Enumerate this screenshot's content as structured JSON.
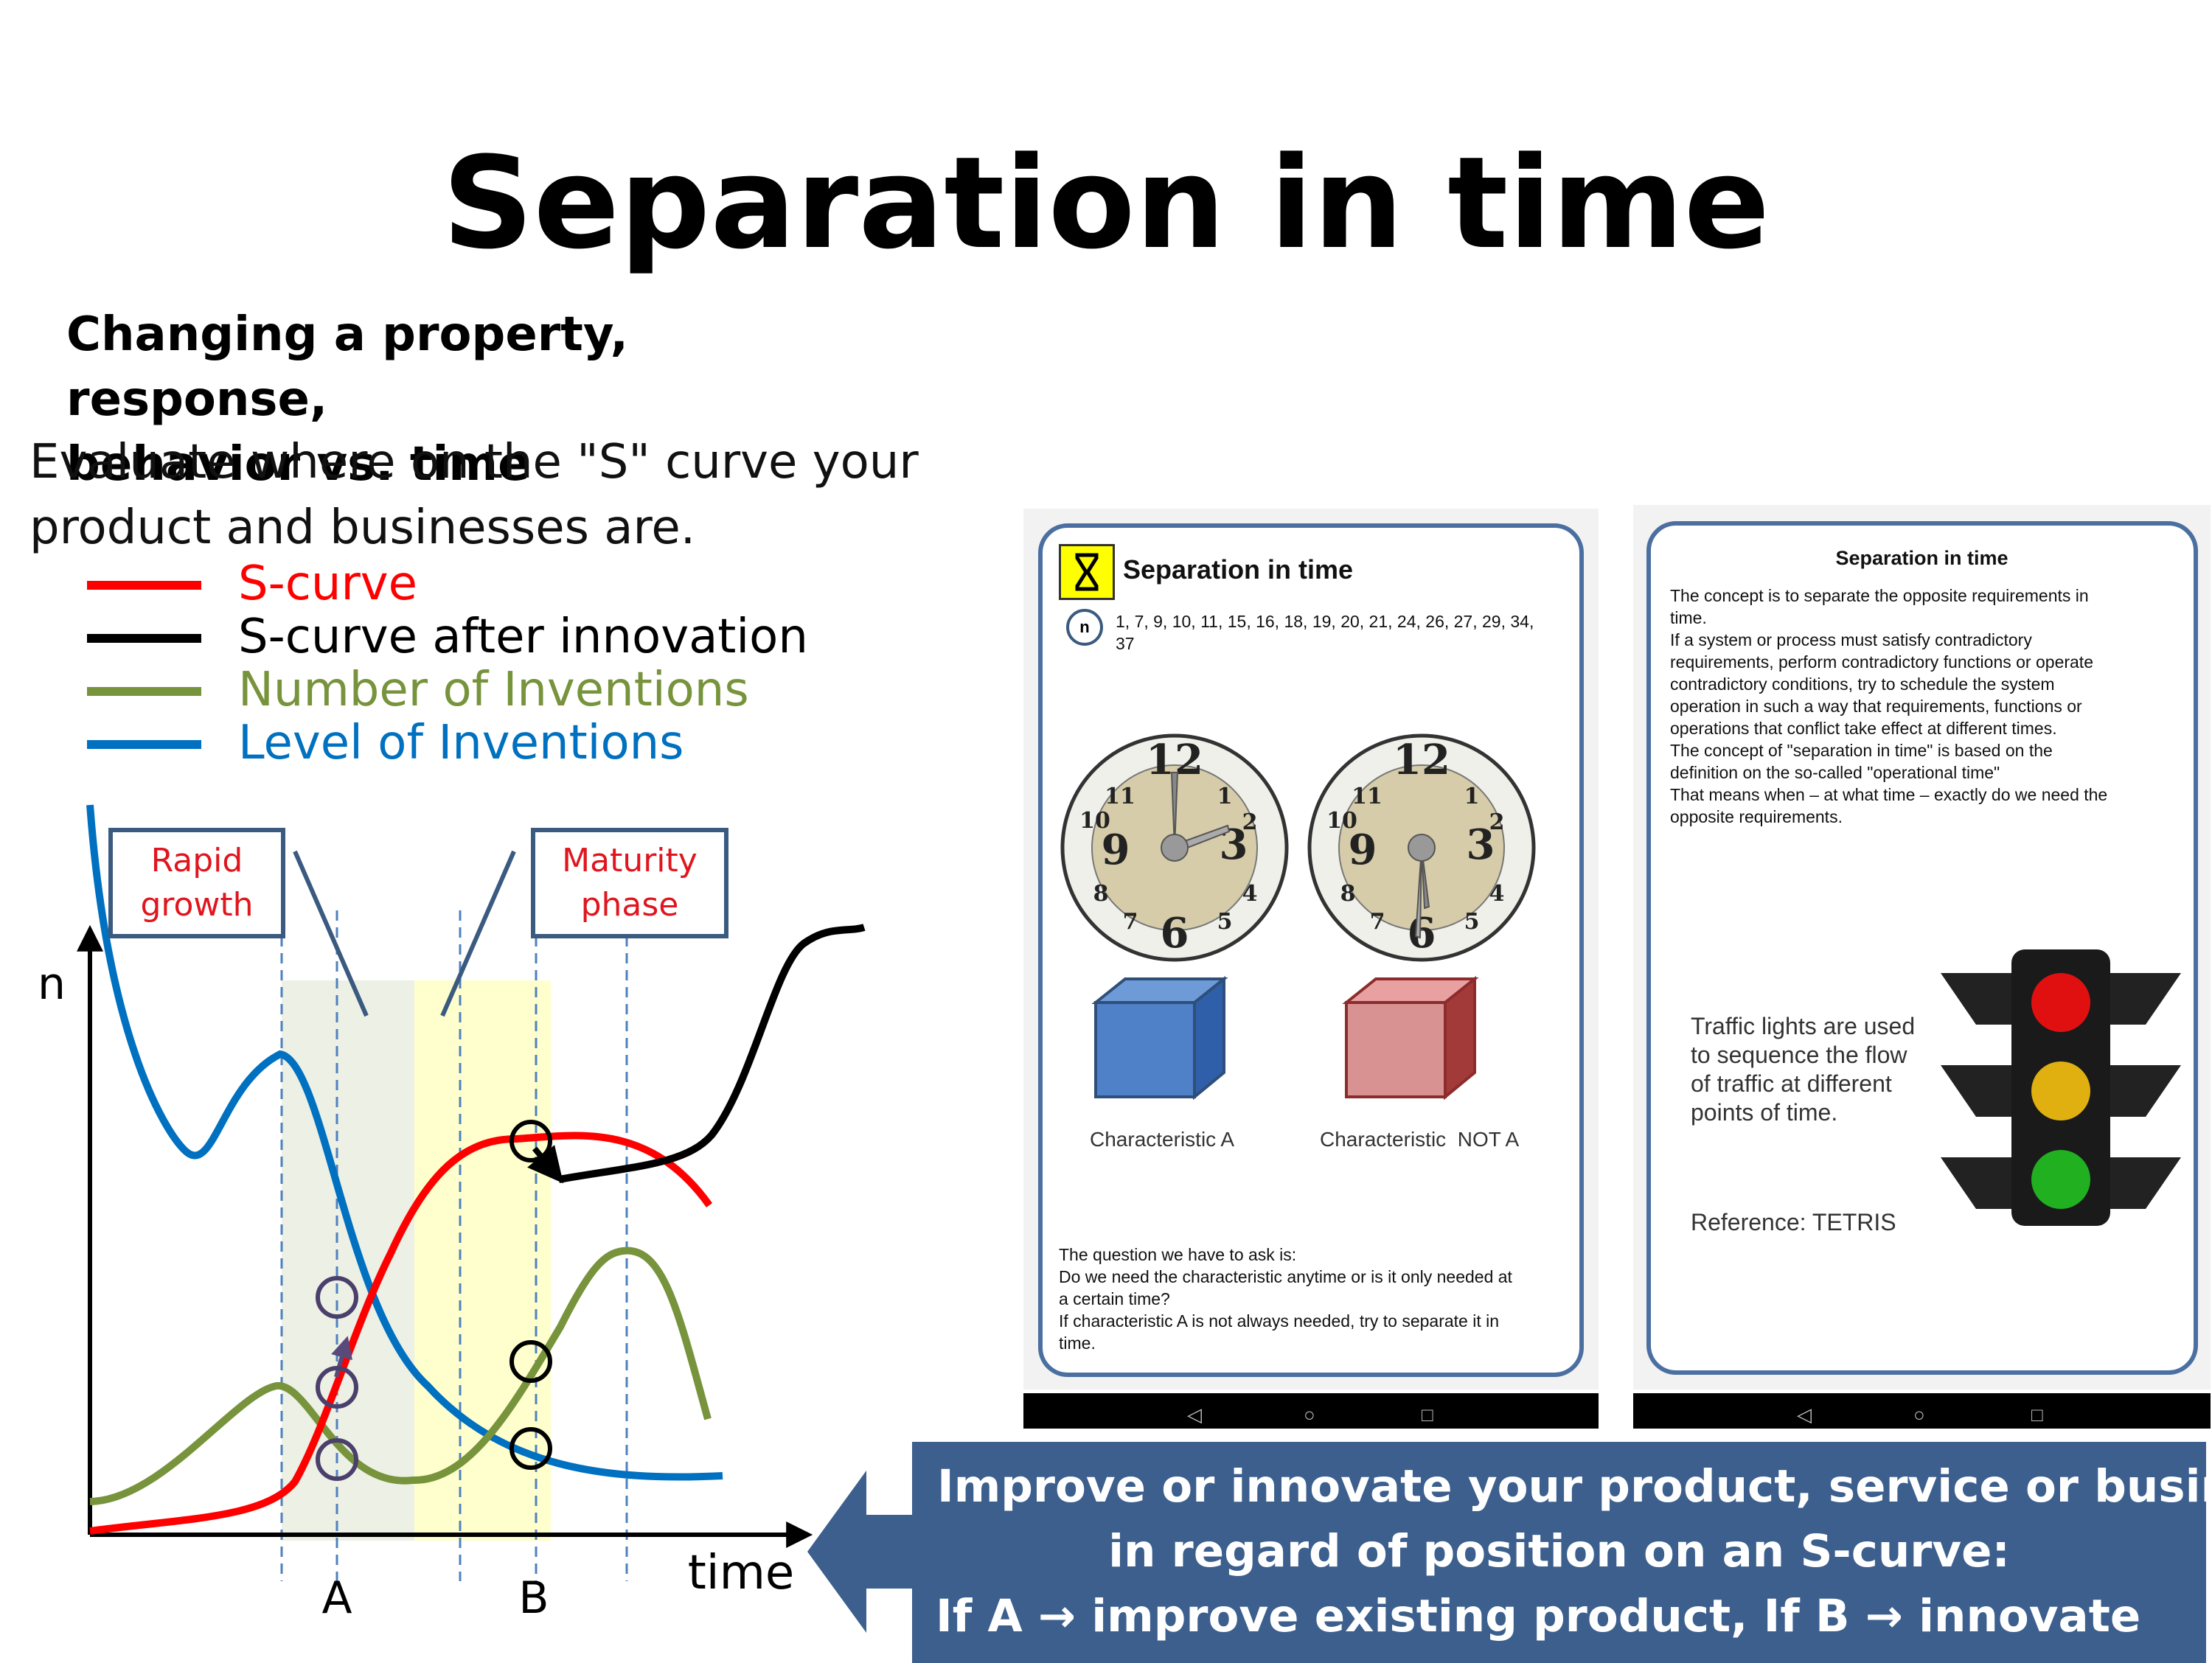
{
  "slide": {
    "title": "Separation in time",
    "subtitle_line1": "Changing a property, response,",
    "subtitle_line2": "behavior vs. time",
    "evaluate_line1": "Evaluate where on the \"S\" curve your",
    "evaluate_line2": "product and businesses are."
  },
  "legend": [
    {
      "label": "S-curve",
      "color": "#ff0000"
    },
    {
      "label": "S-curve after innovation",
      "color": "#000000"
    },
    {
      "label": "Number of Inventions",
      "color": "#77933c"
    },
    {
      "label": "Level of Inventions",
      "color": "#0070c0"
    }
  ],
  "diagram": {
    "box_rapid_line1": "Rapid",
    "box_rapid_line2": "growth",
    "box_maturity_line1": "Maturity",
    "box_maturity_line2": "phase",
    "y_label": "n",
    "x_label": "time",
    "marker_a": "A",
    "marker_b": "B"
  },
  "card_left": {
    "title": "Separation in time",
    "badge": "n",
    "numbers_line1": "1, 7, 9, 10, 11, 15, 16, 18, 19, 20, 21, 24, 26, 27, 29, 34,",
    "numbers_line2": "37",
    "char_a": "Characteristic A",
    "char_not_a": "Characteristic  NOT A",
    "question": [
      "The question we have to ask is:",
      "Do we need the characteristic anytime or is it only needed at",
      "a certain time?",
      "If characteristic A is not always needed, try to separate it in",
      "time."
    ],
    "nav": [
      "◁",
      "○",
      "□"
    ]
  },
  "card_right": {
    "title": "Separation in time",
    "body": [
      "The concept is to separate the opposite requirements in",
      "time.",
      "If a system or process must satisfy contradictory",
      "requirements, perform contradictory functions or operate",
      "contradictory conditions, try to schedule the system",
      "operation in such a way that requirements, functions or",
      "operations that conflict take effect at different times.",
      "The concept of \"separation in time\" is based on the",
      "definition on the so-called \"operational time\"",
      "That means when – at what time – exactly do we need the",
      "opposite requirements."
    ],
    "traffic_text": [
      "Traffic lights are used",
      "to sequence the flow",
      "of traffic at different",
      "points of time."
    ],
    "reference": "Reference: TETRIS",
    "nav": [
      "◁",
      "○",
      "□"
    ]
  },
  "banner": {
    "line1": "Improve or innovate your product, service or business",
    "line2": "in regard of position on an S-curve:",
    "line3": "If A → improve existing product, If B → innovate"
  },
  "colors": {
    "accent_blue": "#3c5f8d",
    "box_border": "#3a5a80",
    "red": "#ff0000",
    "green": "#77933c",
    "blue": "#0070c0"
  }
}
